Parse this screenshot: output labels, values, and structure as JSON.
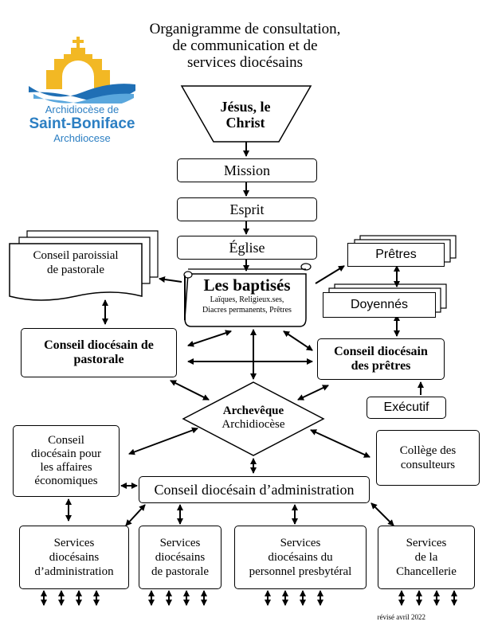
{
  "title": [
    "Organigramme de consultation,",
    "de communication et de",
    "services diocésains"
  ],
  "logo": {
    "line1": "Archidiocèse de",
    "line2": "Saint-Boniface",
    "line3": "Archdiocese"
  },
  "nodes": {
    "jesus": [
      "Jésus, le",
      "Christ"
    ],
    "mission": "Mission",
    "esprit": "Esprit",
    "eglise": "Église",
    "baptises_title": "Les baptisés",
    "baptises_sub": [
      "Laïques, Religieux.ses,",
      "Diacres permanents, Prêtres"
    ],
    "conseil_paroissial": [
      "Conseil paroissial",
      "de pastorale"
    ],
    "pretres": "Prêtres",
    "doyennes": "Doyennés",
    "conseil_pastorale": [
      "Conseil diocésain de",
      "pastorale"
    ],
    "conseil_pretres": [
      "Conseil diocésain",
      "des prêtres"
    ],
    "executif": "Exécutif",
    "archeveque": "Archevêque",
    "archidiocese": "Archidiocèse",
    "conseil_eco": [
      "Conseil",
      "diocésain pour",
      "les affaires",
      "économiques"
    ],
    "college": [
      "Collège des",
      "consulteurs"
    ],
    "conseil_admin": "Conseil diocésain d’administration",
    "services": [
      [
        "Services",
        "diocésains",
        "d’administration"
      ],
      [
        "Services",
        "diocésains",
        "de pastorale"
      ],
      [
        "Services",
        "diocésains du",
        "personnel presbytéral"
      ],
      [
        "Services",
        "de la",
        "Chancellerie"
      ]
    ]
  },
  "footer": "révisé avril 2022",
  "colors": {
    "logo_blue": "#2c7fc3",
    "logo_gold": "#f2b824"
  }
}
